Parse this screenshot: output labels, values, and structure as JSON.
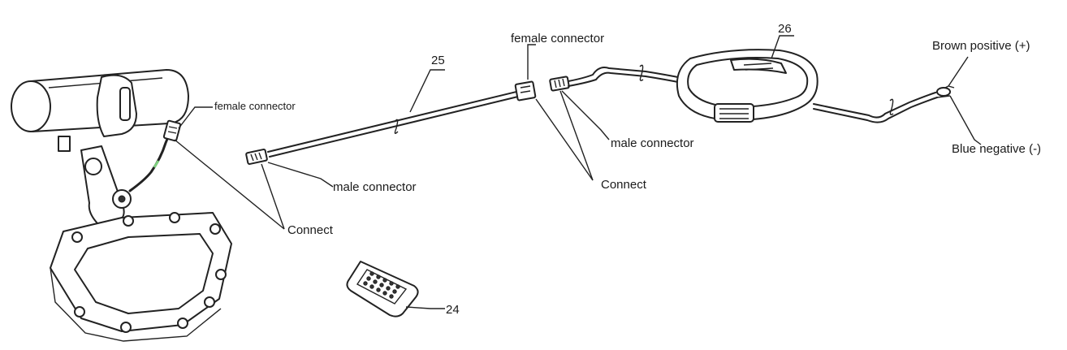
{
  "labels": {
    "female_connector_left": "female connector",
    "female_connector_top": "female connector",
    "male_connector_left": "male connector",
    "male_connector_right": "male connector",
    "connect_left": "Connect",
    "connect_right": "Connect",
    "callout_25": "25",
    "callout_26": "26",
    "callout_24": "24",
    "brown_positive": "Brown positive (+)",
    "blue_negative": "Blue negative (-)"
  },
  "colors": {
    "line": "#222222",
    "background": "#ffffff",
    "cable_accent": "#7fd17f"
  }
}
